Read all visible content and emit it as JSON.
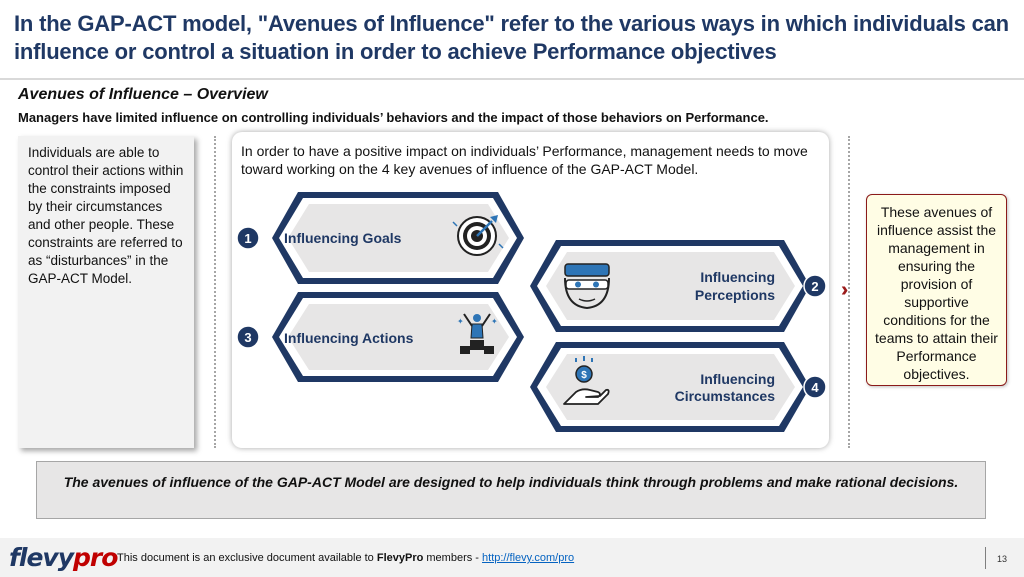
{
  "header": {
    "title": "In the GAP-ACT model, \"Avenues of Influence\" refer to the various ways in which individuals can influence or control a situation in order to achieve Performance objectives"
  },
  "section": {
    "title": "Avenues of Influence – Overview",
    "subtitle": "Managers have limited influence on controlling individuals’ behaviors and the impact of those behaviors on Performance."
  },
  "left_box": {
    "text": "Individuals are able to control their actions within the constraints imposed by their circumstances and other people.  These constraints are referred to as “disturbances” in the GAP-ACT Model."
  },
  "center": {
    "intro": "In order to have a positive impact on individuals’ Performance, management needs to move toward working on the 4 key avenues of influence of the GAP-ACT Model.",
    "levers": [
      {
        "num": "1",
        "line1": "Influencing Goals",
        "line2": "",
        "icon": "target-icon"
      },
      {
        "num": "2",
        "line1": "Influencing",
        "line2": "Perceptions",
        "icon": "vr-headset-icon"
      },
      {
        "num": "3",
        "line1": "Influencing Actions",
        "line2": "",
        "icon": "winner-podium-icon"
      },
      {
        "num": "4",
        "line1": "Influencing",
        "line2": "Circumstances",
        "icon": "money-hand-icon"
      }
    ]
  },
  "right_box": {
    "text": "These avenues of influence assist the management in ensuring the provision of supportive conditions for the teams to attain their Performance objectives."
  },
  "bottom": {
    "text": "The avenues of influence of the GAP-ACT Model are designed to help individuals think through problems and make rational decisions."
  },
  "footer": {
    "logo_main": "flevy",
    "logo_accent": "pro",
    "text_before": "This document is an exclusive document available to ",
    "brand": "FlevyPro",
    "text_middle": " members - ",
    "link": "http://flevy.com/pro",
    "page": "13"
  },
  "colors": {
    "navy": "#1f3864",
    "hex_fill": "#e7e6e6",
    "accent_red": "#9b1b1b",
    "note_bg": "#fffde5"
  }
}
